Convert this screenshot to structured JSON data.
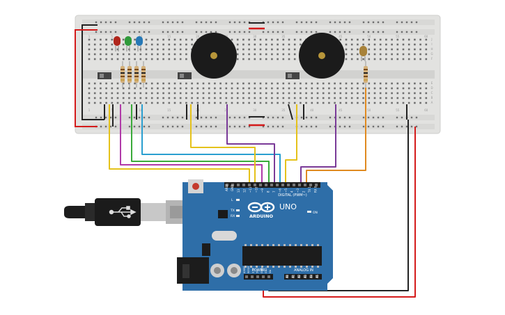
{
  "breadboard": {
    "numbers_top": [
      "1",
      "5",
      "10",
      "15",
      "20",
      "25",
      "30",
      "35",
      "40",
      "45",
      "50",
      "55",
      "60"
    ],
    "numbers_bottom": [
      "1",
      "5",
      "10",
      "15",
      "20",
      "25",
      "30",
      "35",
      "40",
      "45",
      "50",
      "55",
      "60"
    ],
    "row_letters_top": [
      "J",
      "I",
      "H",
      "G",
      "F"
    ],
    "row_letters_bottom": [
      "E",
      "D",
      "C",
      "B",
      "A"
    ]
  },
  "leds": [
    {
      "color": "#b0261c"
    },
    {
      "color": "#2f9a3a"
    },
    {
      "color": "#2678b6"
    },
    {
      "color": "#a8823a"
    }
  ],
  "arduino": {
    "brand": "ARDUINO",
    "model": "UNO",
    "digital_label": "DIGITAL (PWM~)",
    "power_label": "POWER",
    "analog_label": "ANALOG IN",
    "on_label": "ON",
    "tx_label": "TX",
    "rx_label": "RX",
    "l_label": "L",
    "aref_label": "AREF",
    "gnd_label": "GND",
    "digital_pins": [
      "13",
      "12",
      "~11",
      "~10",
      "~9",
      "8",
      "7",
      "~6",
      "~5",
      "4",
      "~3",
      "2",
      "TX 1",
      "RX 0"
    ],
    "power_pins": [
      "IOREF",
      "RESET",
      "3.3V",
      "5V",
      "GND",
      "GND",
      "Vin"
    ],
    "analog_pins": [
      "A0",
      "A1",
      "A2",
      "A3",
      "A4",
      "A5"
    ]
  },
  "wires": {
    "yellow": "#e5c21a",
    "magenta": "#b03aa8",
    "green": "#3aaa3a",
    "blue": "#2a9fd0",
    "purple": "#7a3a98",
    "orange": "#e08a20",
    "red": "#d41a1a",
    "black": "#222222"
  }
}
